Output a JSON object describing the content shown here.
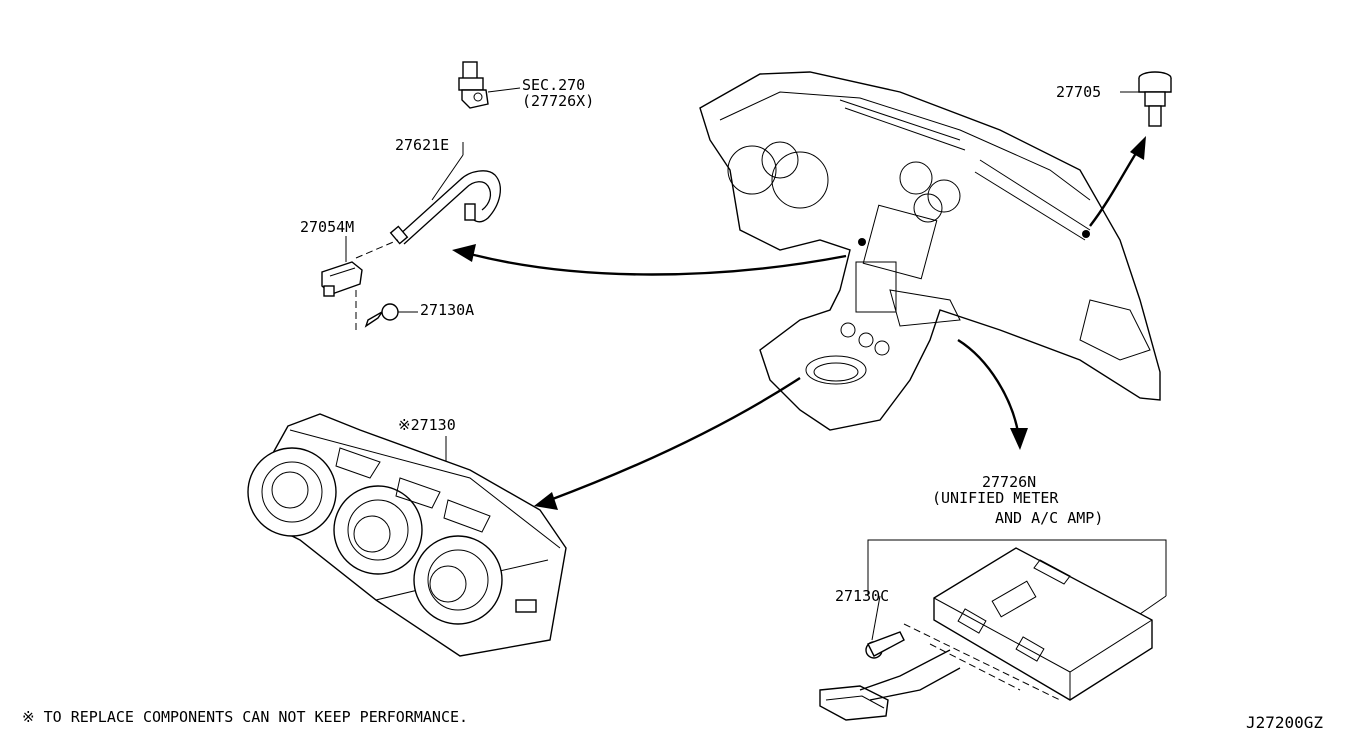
{
  "parts": {
    "sec270_line1": "SEC.270",
    "sec270_line2": "(27726X)",
    "p27621e": "27621E",
    "p27054m": "27054M",
    "p27130a": "27130A",
    "p27705": "27705",
    "p27130": "※27130",
    "p27726n_line1": "27726N",
    "p27726n_line2": "(UNIFIED METER",
    "p27726n_line3": "AND A/C AMP)",
    "p27130c": "27130C"
  },
  "footnote": "※ TO REPLACE COMPONENTS CAN NOT KEEP PERFORMANCE.",
  "diagram_code": "J27200GZ"
}
